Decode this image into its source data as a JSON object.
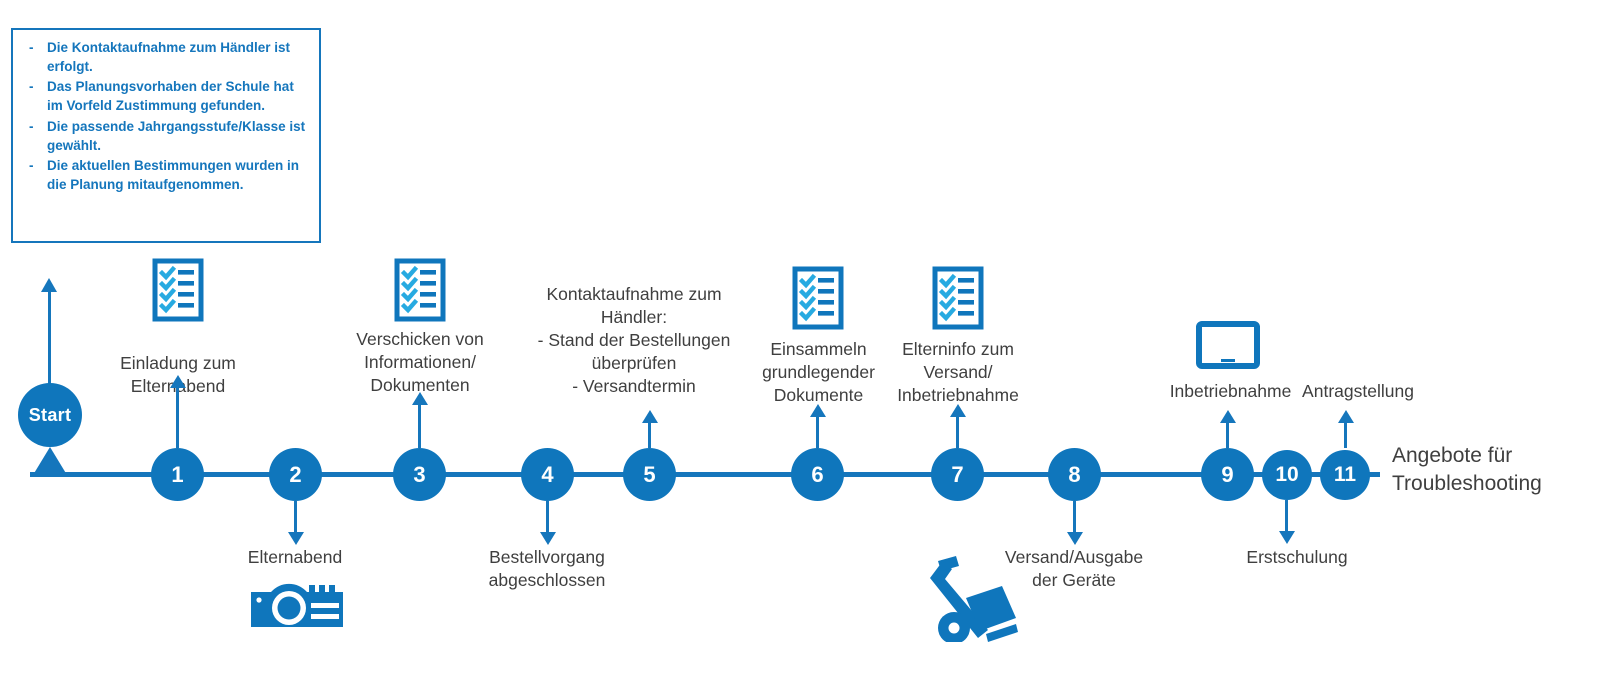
{
  "colors": {
    "brand_blue": "#0f76bc",
    "line_blue": "#1576bc",
    "check_cyan": "#27aae1",
    "label_gray": "#3f3f3f",
    "white": "#ffffff"
  },
  "callout": {
    "bullet_marker": "-",
    "items": [
      "Die Kontaktaufnahme zum Händler ist erfolgt.",
      "Das Planungsvorhaben der Schule hat im Vorfeld Zustimmung gefunden.",
      "Die passende Jahrgangsstufe/Klasse ist gewählt.",
      "Die aktuellen Bestimmungen wurden in die Planung mitaufgenommen."
    ]
  },
  "start": {
    "label": "Start"
  },
  "timeline": {
    "nodes": [
      {
        "number": "1",
        "icon": "checklist-icon",
        "label_above": "Einladung zum\nElternabend",
        "label_below": "",
        "icon_below": ""
      },
      {
        "number": "2",
        "icon": "",
        "label_above": "",
        "label_below": "Elternabend",
        "icon_below": "projector-icon"
      },
      {
        "number": "3",
        "icon": "checklist-icon",
        "label_above": "Verschicken von\nInformationen/\nDokumenten",
        "label_below": "",
        "icon_below": ""
      },
      {
        "number": "4",
        "icon": "",
        "label_above": "",
        "label_below": "Bestellvorgang\nabgeschlossen",
        "icon_below": ""
      },
      {
        "number": "5",
        "icon": "",
        "label_above": "Kontaktaufnahme zum\nHändler:\n-  Stand der Bestellungen\nüberprüfen\n-  Versandtermin",
        "label_below": "",
        "icon_below": ""
      },
      {
        "number": "6",
        "icon": "checklist-icon",
        "label_above": "Einsammeln\ngrundlegender\nDokumente",
        "label_below": "",
        "icon_below": ""
      },
      {
        "number": "7",
        "icon": "checklist-icon",
        "label_above": "Elterninfo zum\nVersand/\nInbetriebnahme",
        "label_below": "",
        "icon_below": "handtruck-icon"
      },
      {
        "number": "8",
        "icon": "",
        "label_above": "",
        "label_below": "Versand/Ausgabe\nder Geräte",
        "icon_below": ""
      },
      {
        "number": "9",
        "icon": "tablet-icon",
        "label_above": "Inbetriebnahme",
        "label_below": "",
        "icon_below": ""
      },
      {
        "number": "10",
        "icon": "",
        "label_above": "",
        "label_below": "Erstschulung",
        "icon_below": ""
      },
      {
        "number": "11",
        "icon": "",
        "label_above": "Antragstellung",
        "label_below": "",
        "icon_below": ""
      }
    ],
    "end_label": "Angebote für\nTroubleshooting"
  }
}
